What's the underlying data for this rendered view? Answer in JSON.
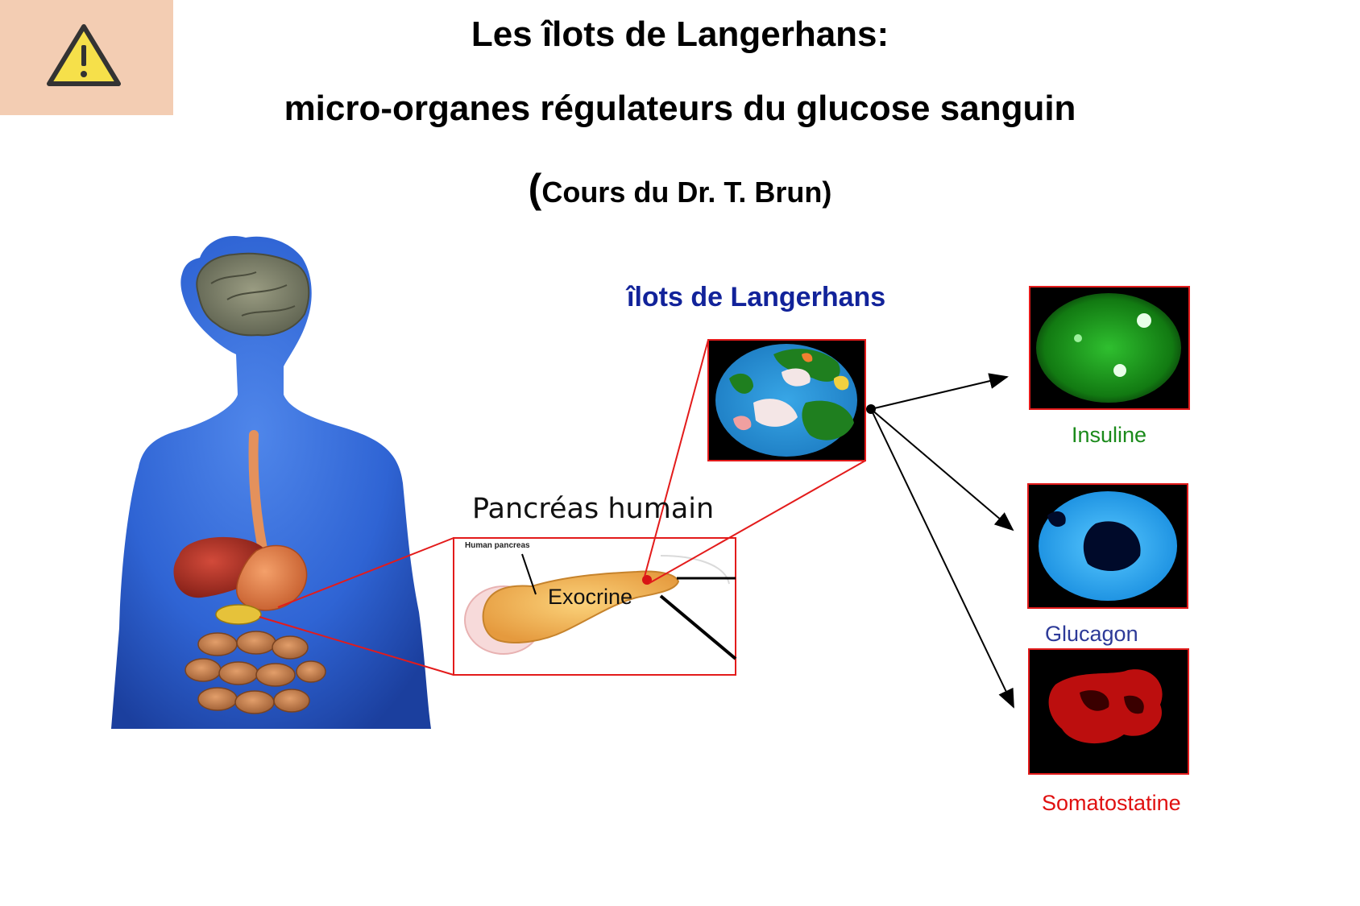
{
  "title": {
    "line1": "Les îlots de Langerhans:",
    "line2": "micro-organes régulateurs du glucose sanguin",
    "line3_open": "(",
    "line3_rest": "Cours du Dr. T. Brun)"
  },
  "warning_icon": "warning-triangle-icon",
  "labels": {
    "islets": "îlots de Langerhans",
    "pancreas": "Pancréas humain",
    "human_pancreas": "Human pancreas",
    "exocrine": "Exocrine",
    "insulin": "Insuline",
    "glucagon": "Glucagon",
    "somatostatin": "Somatostatine"
  },
  "colors": {
    "warning_bg": "#f3cdb3",
    "warning_fill": "#f6e04a",
    "islets_label": "#12239a",
    "insulin_label": "#1a8a1a",
    "glucagon_label": "#2d3a98",
    "somatostatin_label": "#e01010",
    "frame_red": "#e31b1b",
    "body_blue": "#2f64d4"
  }
}
